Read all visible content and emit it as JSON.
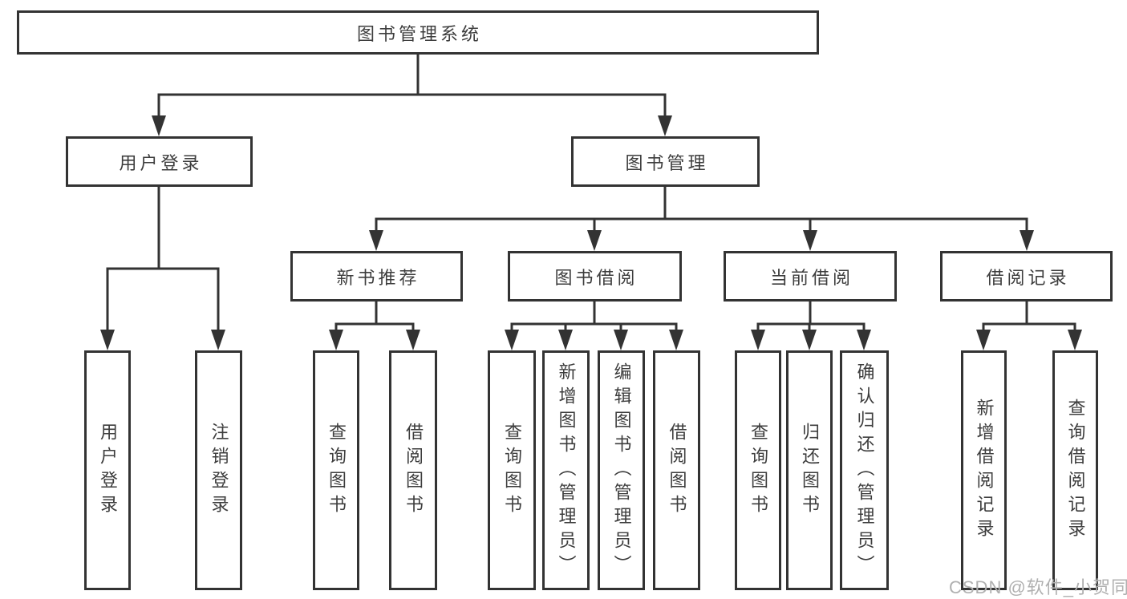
{
  "diagram": {
    "root": {
      "label": "图书管理系统"
    },
    "level2": [
      {
        "label": "用户登录"
      },
      {
        "label": "图书管理"
      }
    ],
    "level3": [
      {
        "label": "新书推荐",
        "parent": "图书管理"
      },
      {
        "label": "图书借阅",
        "parent": "图书管理"
      },
      {
        "label": "当前借阅",
        "parent": "图书管理"
      },
      {
        "label": "借阅记录",
        "parent": "图书管理"
      }
    ],
    "leaves": [
      {
        "label": "用户登录",
        "parent": "用户登录"
      },
      {
        "label": "注销登录",
        "parent": "用户登录"
      },
      {
        "label": "查询图书",
        "parent": "新书推荐"
      },
      {
        "label": "借阅图书",
        "parent": "新书推荐"
      },
      {
        "label": "查询图书",
        "parent": "图书借阅"
      },
      {
        "label": "新增图书（管理员）",
        "parent": "图书借阅"
      },
      {
        "label": "编辑图书（管理员）",
        "parent": "图书借阅"
      },
      {
        "label": "借阅图书",
        "parent": "图书借阅"
      },
      {
        "label": "查询图书",
        "parent": "当前借阅"
      },
      {
        "label": "归还图书",
        "parent": "当前借阅"
      },
      {
        "label": "确认归还（管理员）",
        "parent": "当前借阅"
      },
      {
        "label": "新增借阅记录",
        "parent": "借阅记录"
      },
      {
        "label": "查询借阅记录",
        "parent": "借阅记录"
      }
    ]
  },
  "watermark": {
    "text": "CSDN @软件_小贺同学"
  },
  "colors": {
    "line": "#333333",
    "text": "#3d3d3d",
    "watermark": "#b0b0b0",
    "background": "#ffffff"
  }
}
